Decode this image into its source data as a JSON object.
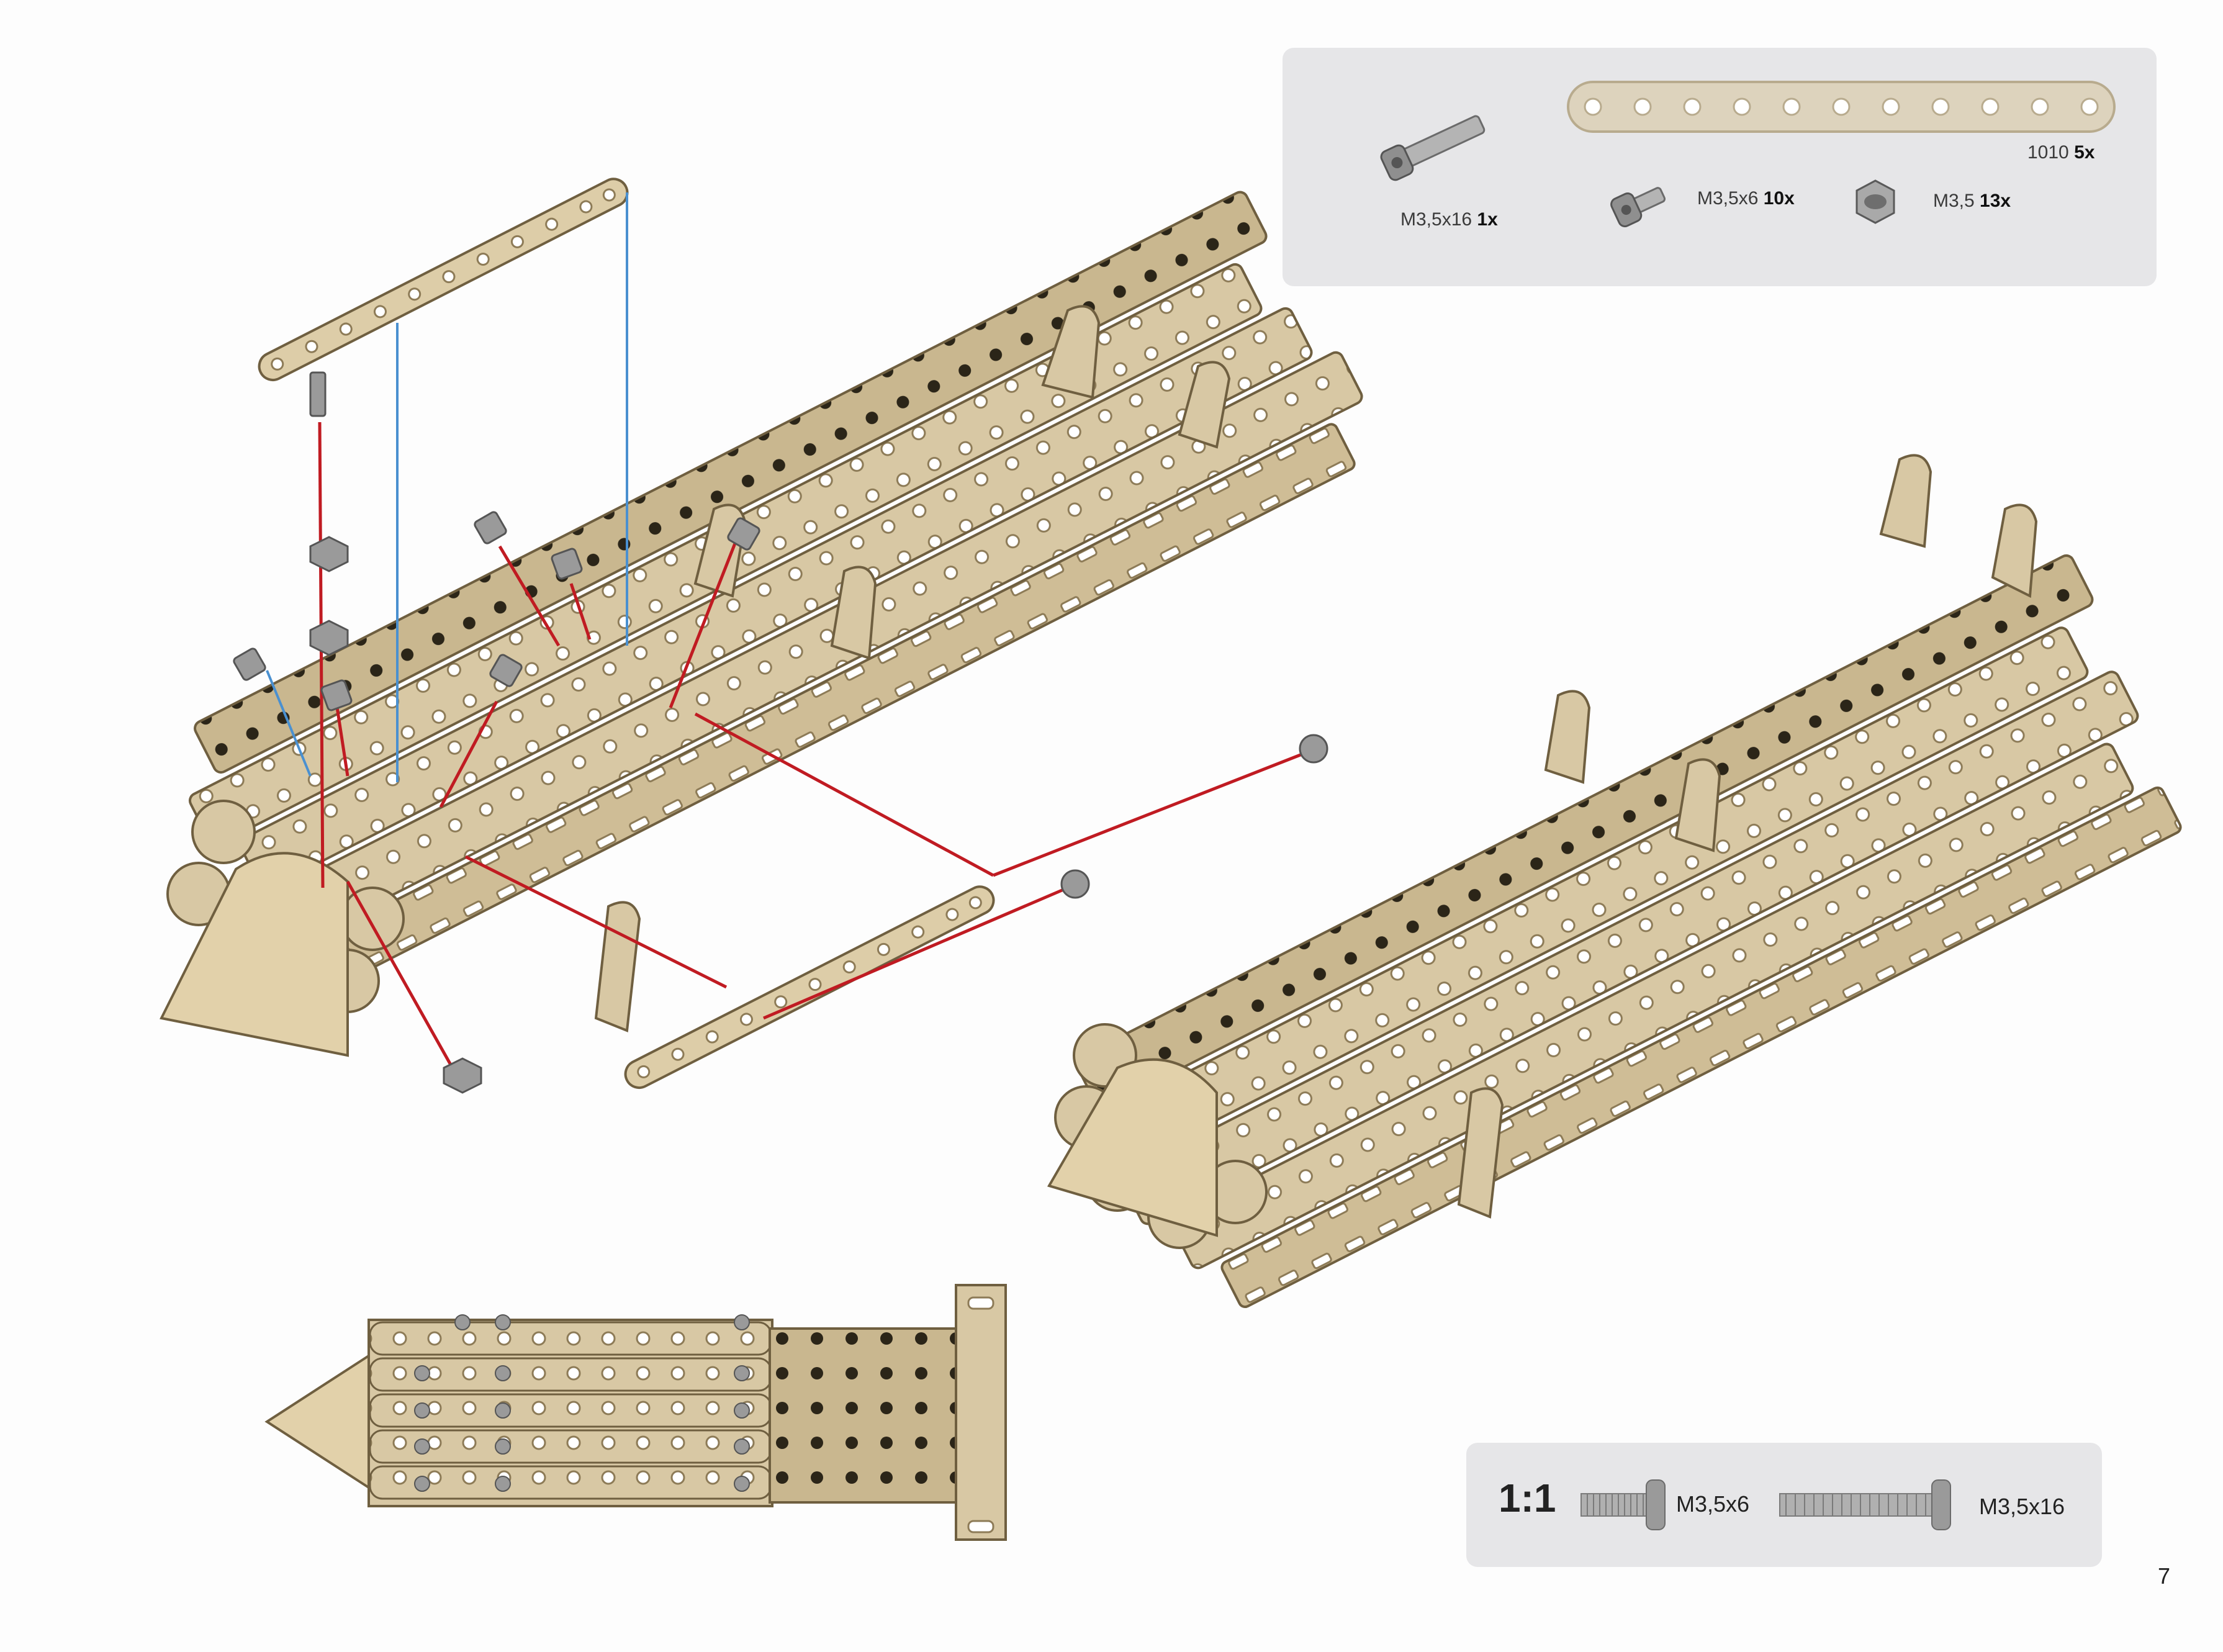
{
  "parts": [
    {
      "name": "M3,5x16",
      "qty": "1x",
      "icon": "long-screw-icon"
    },
    {
      "name": "1010",
      "qty": "5x",
      "icon": "perforated-strip-icon"
    },
    {
      "name": "M3,5x6",
      "qty": "10x",
      "icon": "short-screw-icon"
    },
    {
      "name": "M3,5",
      "qty": "13x",
      "icon": "hex-nut-icon"
    }
  ],
  "scale": {
    "ratio": "1:1",
    "short_screw": "M3,5x6",
    "long_screw": "M3,5x16"
  },
  "page_number": "7",
  "colors": {
    "metal": "#d8c8a4",
    "metal_dark": "#a6936c",
    "screw": "#9a9a9a",
    "red_line": "#c01b22",
    "blue_line": "#4a90d0",
    "panel": "#e6e6e8"
  }
}
